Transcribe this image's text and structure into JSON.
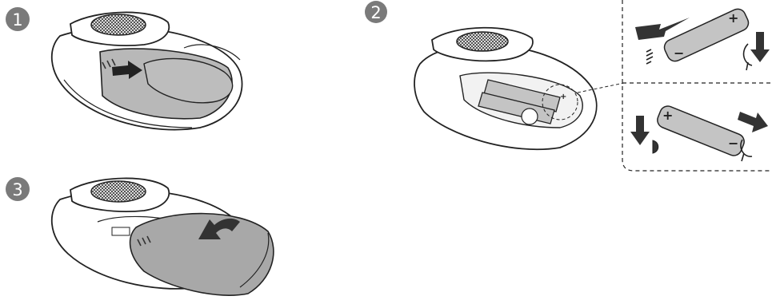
{
  "steps": [
    {
      "number": "1"
    },
    {
      "number": "2"
    },
    {
      "number": "3"
    }
  ],
  "battery": {
    "positive_sign": "+",
    "negative_sign": "−"
  },
  "colors": {
    "badge": "#7a7a7a",
    "outline": "#222222",
    "cover": "#b8b8b8",
    "cover_dark": "#9a9a9a",
    "battery": "#c4c4c4",
    "arrow": "#333333"
  }
}
